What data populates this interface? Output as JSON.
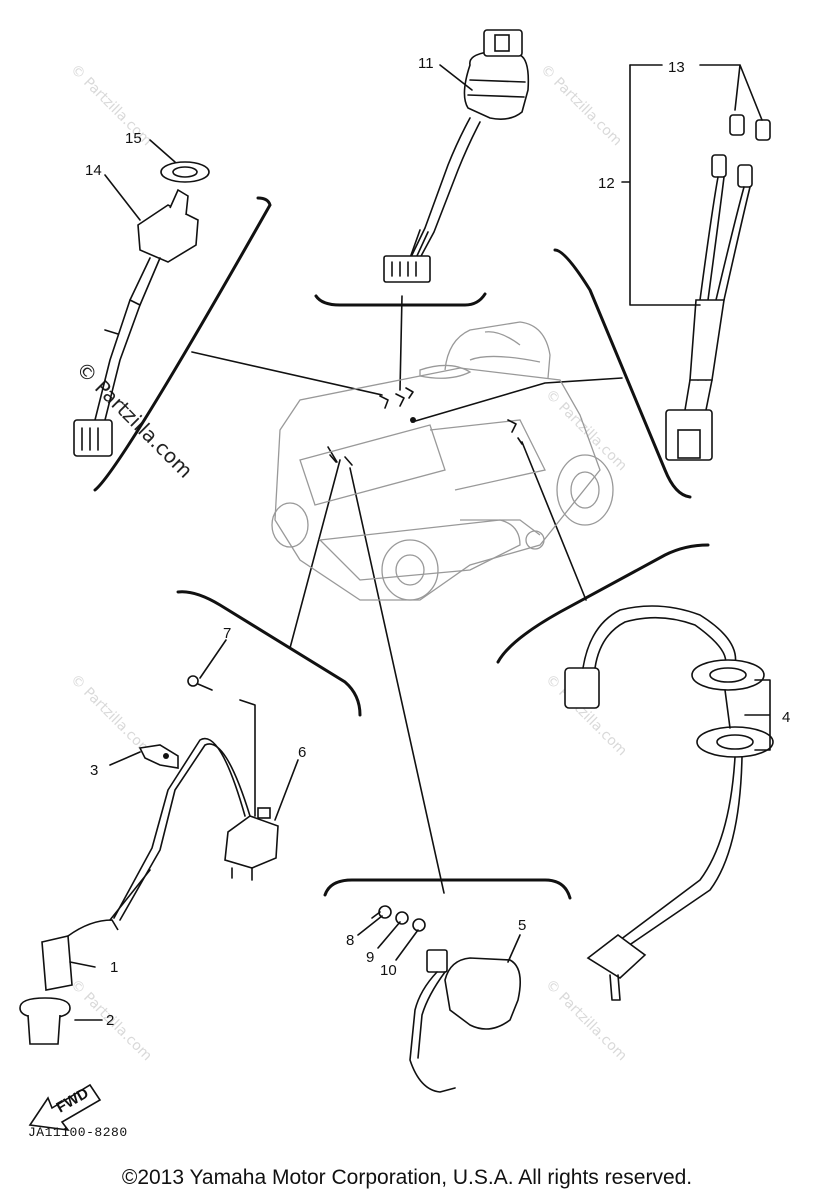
{
  "callouts": {
    "c1": "1",
    "c2": "2",
    "c3": "3",
    "c4": "4",
    "c5": "5",
    "c6": "6",
    "c7": "7",
    "c8": "8",
    "c9": "9",
    "c10": "10",
    "c11": "11",
    "c12": "12",
    "c13": "13",
    "c14": "14",
    "c15": "15"
  },
  "fwd_label": "FWD",
  "diagram_code": "JA11100-8280",
  "watermark": "© Partzilla.com",
  "copyright": "©2013  Yamaha Motor Corporation, U.S.A. All rights reserved."
}
